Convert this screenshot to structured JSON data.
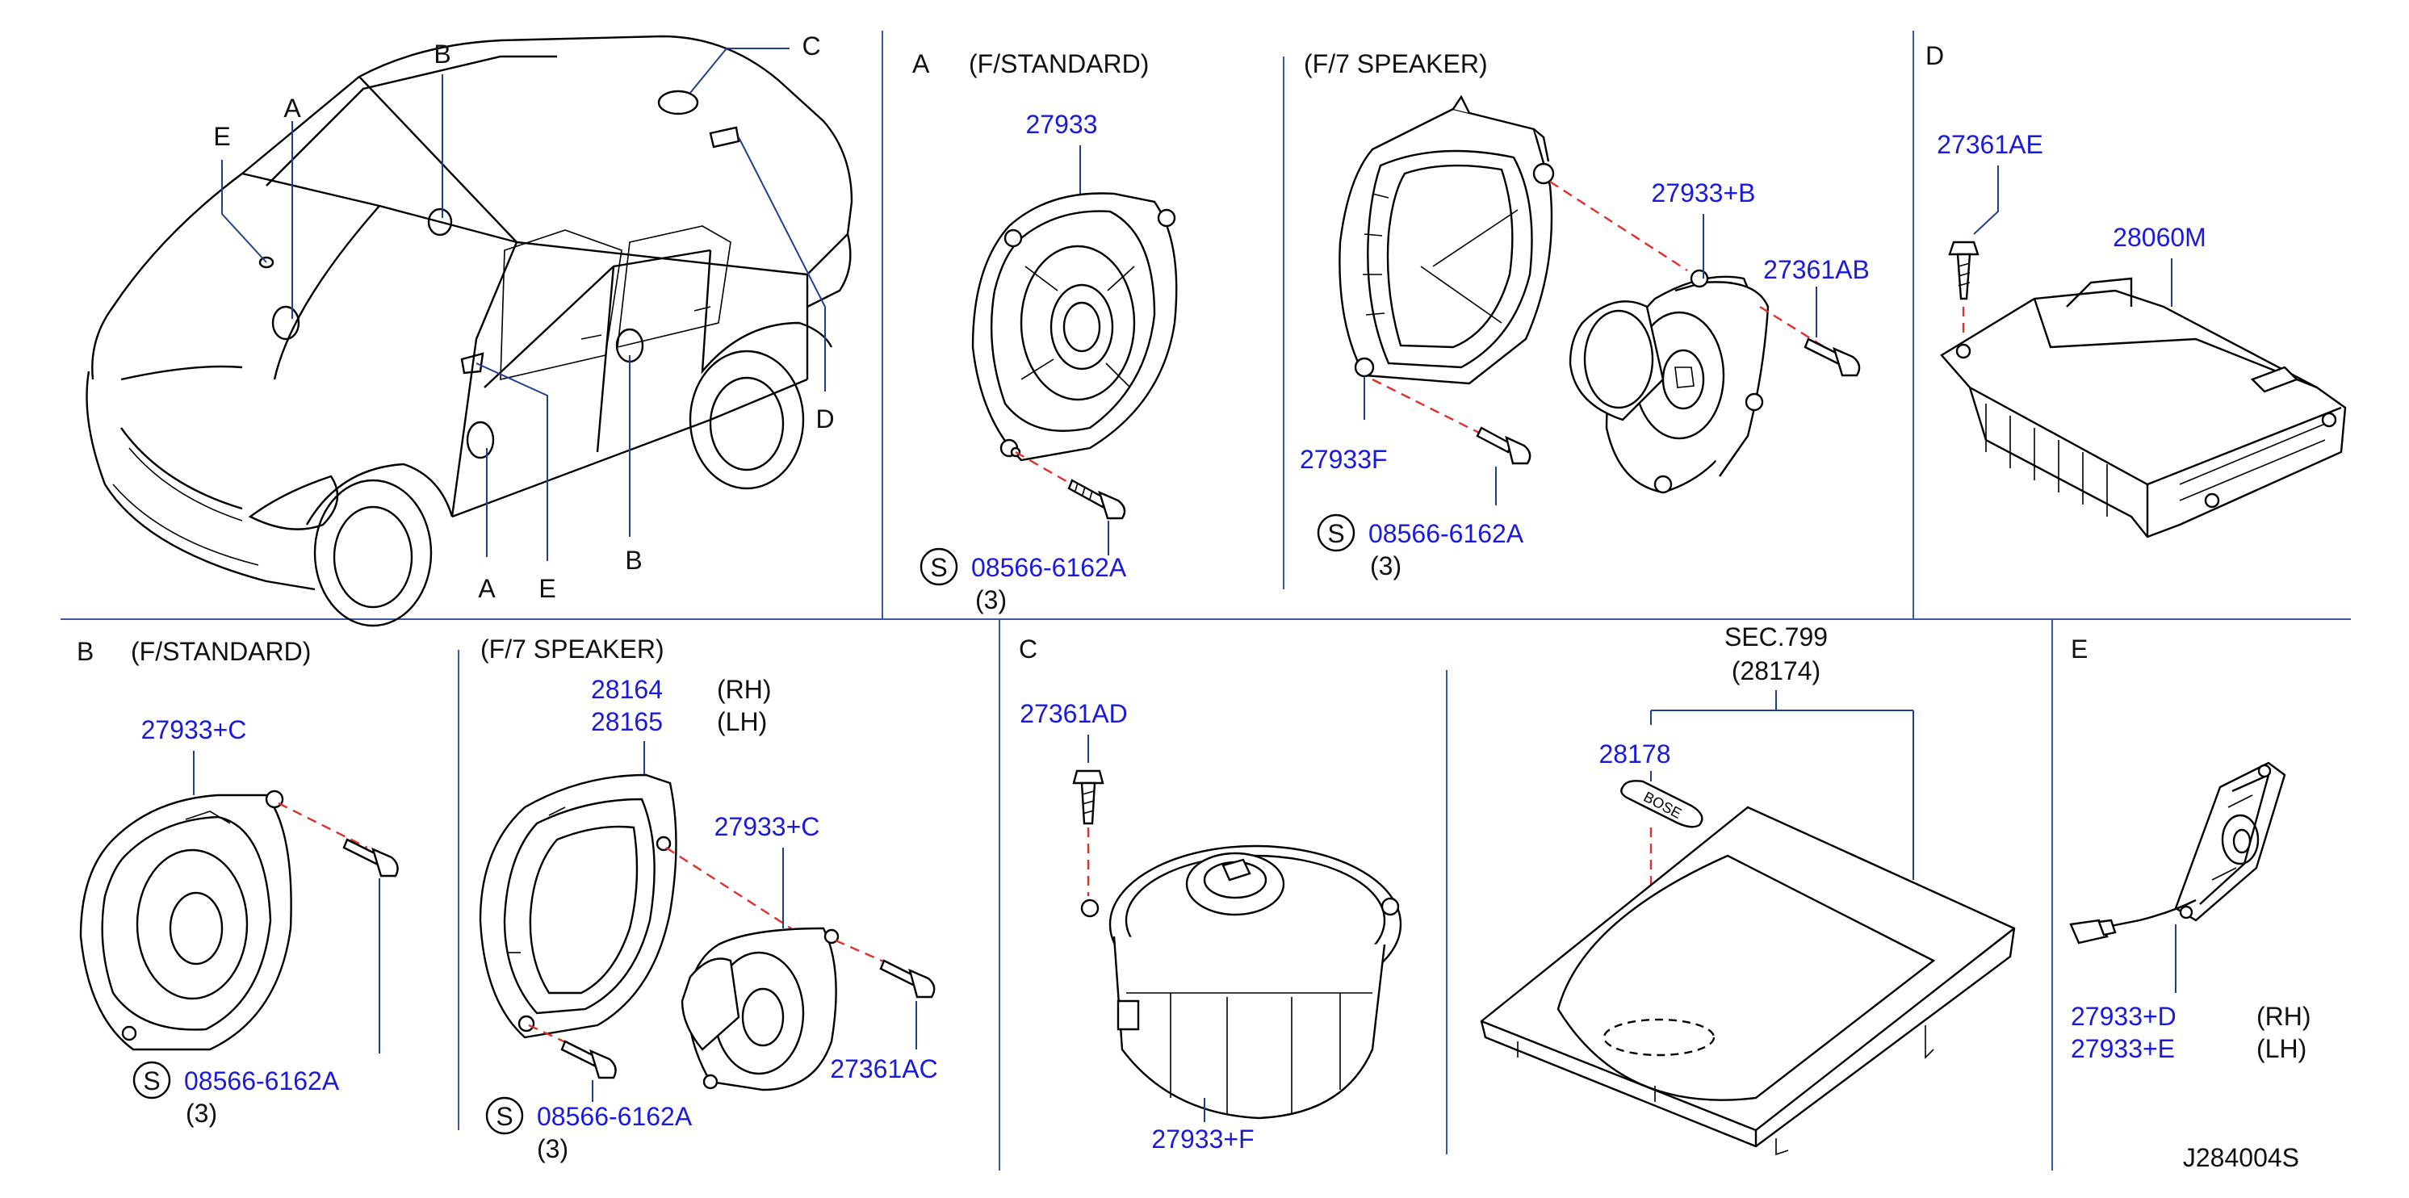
{
  "car": {
    "callouts": {
      "a_top": "A",
      "b_top": "B",
      "c_top": "C",
      "e_top": "E",
      "d_bottom": "D",
      "a_bottom": "A",
      "e_bottom": "E",
      "b_bottom": "B"
    }
  },
  "panel_a_std": {
    "letter": "A",
    "title": "(F/STANDARD)",
    "speaker": "27933",
    "screw_symbol": "S",
    "screw": "08566-6162A",
    "qty": "(3)"
  },
  "panel_a_f7": {
    "title": "(F/7   SPEAKER)",
    "speaker": "27933+B",
    "bolt": "27361AB",
    "bracket": "27933F",
    "screw_symbol": "S",
    "screw": "08566-6162A",
    "qty": "(3)"
  },
  "panel_d": {
    "letter": "D",
    "bolt": "27361AE",
    "amp": "28060M"
  },
  "panel_b_std": {
    "letter": "B",
    "title": "(F/STANDARD)",
    "speaker": "27933+C",
    "screw_symbol": "S",
    "screw": "08566-6162A",
    "qty": "(3)"
  },
  "panel_b_f7": {
    "title": "(F/7   SPEAKER)",
    "bracket_rh": "28164",
    "bracket_lh": "28165",
    "rh": "(RH)",
    "lh": "(LH)",
    "speaker": "27933+C",
    "bolt": "27361AC",
    "screw_symbol": "S",
    "screw": "08566-6162A",
    "qty": "(3)"
  },
  "panel_c": {
    "letter": "C",
    "bolt": "27361AD",
    "speaker": "27933+F"
  },
  "panel_sec": {
    "sec": "SEC.799",
    "sec_part": "(28174)",
    "badge": "28178",
    "badge_text": "BOSE"
  },
  "panel_e": {
    "letter": "E",
    "tweeter_rh": "27933+D",
    "tweeter_lh": "27933+E",
    "rh": "(RH)",
    "lh": "(LH)"
  },
  "drawing_number": "J284004S"
}
